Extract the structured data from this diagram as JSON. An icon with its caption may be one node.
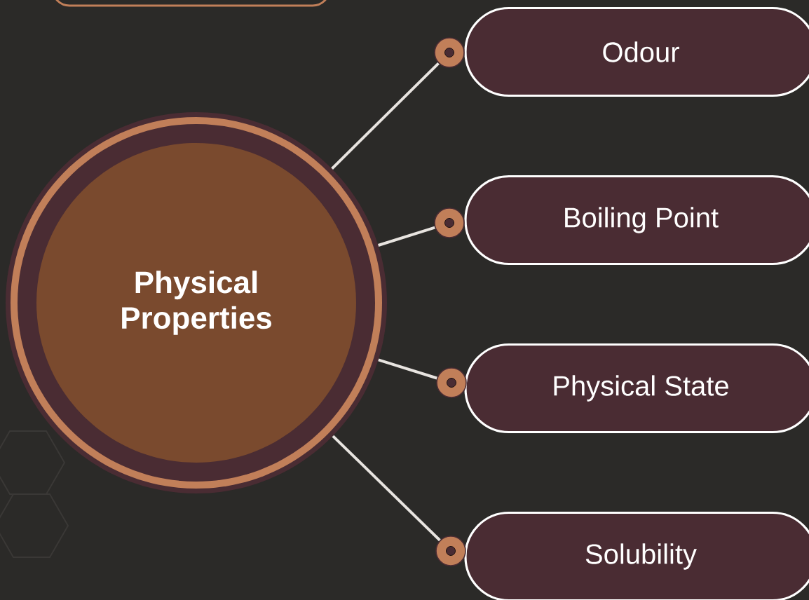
{
  "diagram": {
    "nodes": [
      {
        "text": [
          "Physical Properties"
        ]
      },
      {
        "text": [
          "Odour"
        ]
      },
      {
        "text": [
          "Boiling Point"
        ]
      },
      {
        "text": [
          "Physical State"
        ]
      },
      {
        "text": [
          "Solubility"
        ]
      },
      {
        "text": [],
        "shape": "circle"
      },
      {
        "text": [],
        "shape": "circle"
      },
      {
        "text": [],
        "shape": "circle"
      },
      {
        "text": [],
        "shape": "circle"
      }
    ],
    "edges": [
      {
        "from": 0,
        "to": 5,
        "arrow": "none"
      },
      {
        "from": 0,
        "to": 6,
        "arrow": "none"
      },
      {
        "from": 0,
        "to": 7,
        "arrow": "none"
      },
      {
        "from": 0,
        "to": 8,
        "arrow": "none"
      }
    ]
  }
}
